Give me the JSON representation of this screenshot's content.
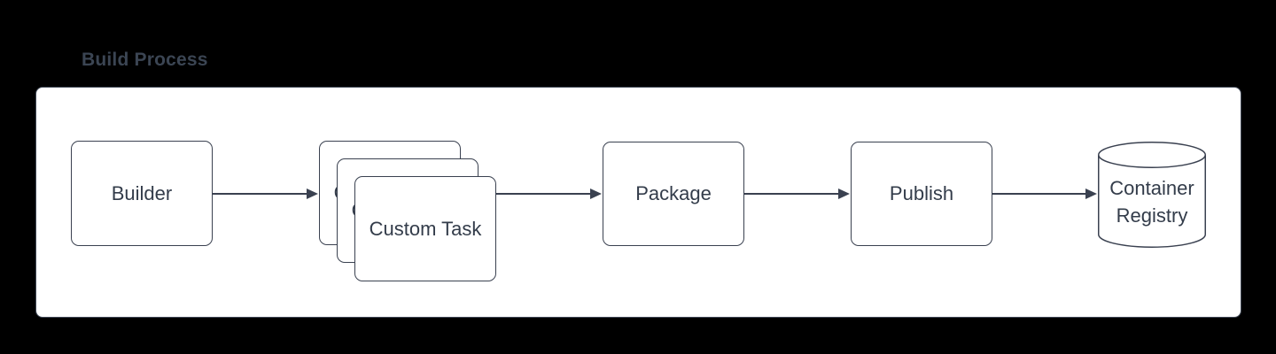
{
  "title": {
    "text": "Build Process"
  },
  "colors": {
    "background": "#000000",
    "panel_background": "#ffffff",
    "stroke": "#3a4150",
    "node_text": "#333c4a",
    "title_text": "#3b4553"
  },
  "nodes": {
    "builder": {
      "label": "Builder",
      "shape": "rounded-rectangle"
    },
    "custom_task": {
      "label": "Custom Task",
      "shape": "stacked-rounded-rectangles",
      "stack_count": 3
    },
    "package": {
      "label": "Package",
      "shape": "rounded-rectangle"
    },
    "publish": {
      "label": "Publish",
      "shape": "rounded-rectangle"
    },
    "container_registry": {
      "label": "Container Registry",
      "line1": "Container",
      "line2": "Registry",
      "shape": "cylinder"
    }
  },
  "edges": [
    {
      "from": "Builder",
      "to": "Custom Task"
    },
    {
      "from": "Custom Task",
      "to": "Package"
    },
    {
      "from": "Package",
      "to": "Publish"
    },
    {
      "from": "Publish",
      "to": "Container Registry"
    }
  ]
}
